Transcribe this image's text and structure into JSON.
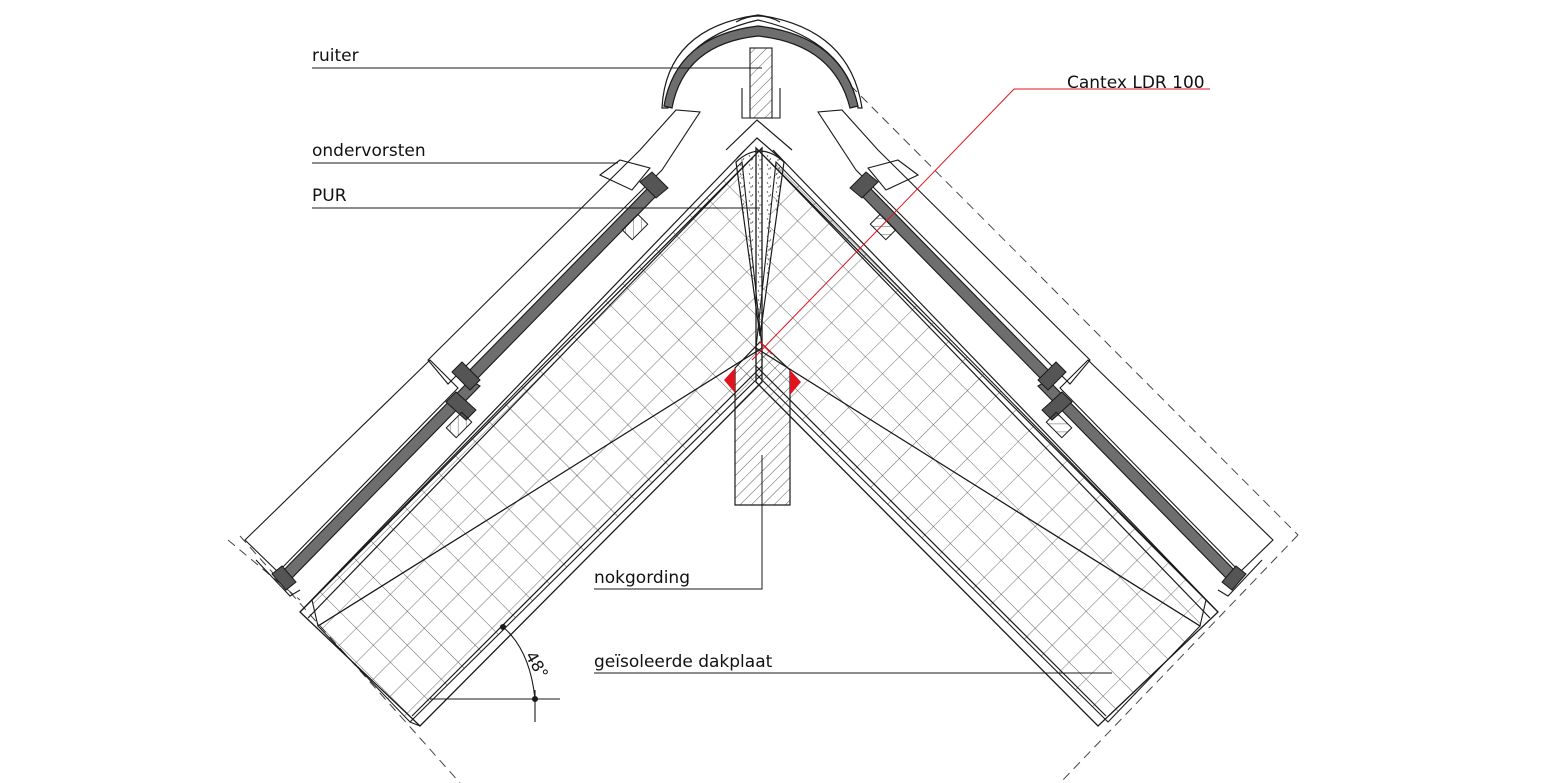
{
  "labels": {
    "ruiter": "ruiter",
    "ondervorsten": "ondervorsten",
    "pur": "PUR",
    "cantex": "Cantex LDR 100",
    "nokgording": "nokgording",
    "dakplaat": "geïsoleerde dakplaat",
    "angle": "48°"
  },
  "colors": {
    "line": "#1a1a1a",
    "profile_fill": "#6e6e6e",
    "accent_red": "#e0141c",
    "insulation_grid": "#333333"
  }
}
